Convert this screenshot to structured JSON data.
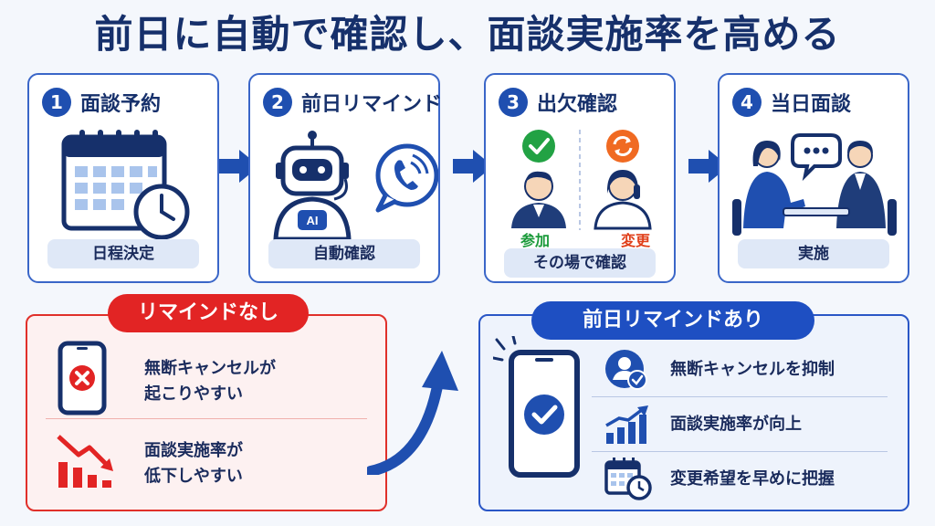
{
  "title": "前日に自動で確認し、面談実施率を高める",
  "steps": [
    {
      "num": "1",
      "title": "面談予約",
      "pill": "日程決定",
      "icon": "calendar-clock-icon"
    },
    {
      "num": "2",
      "title": "前日リマインド",
      "pill": "自動確認",
      "icon": "ai-robot-icon",
      "robot_label": "AI"
    },
    {
      "num": "3",
      "title": "出欠確認",
      "pill": "その場で確認",
      "join_label": "参加",
      "change_label": "変更"
    },
    {
      "num": "4",
      "title": "当日面談",
      "pill": "実施",
      "icon": "meeting-icon"
    }
  ],
  "without": {
    "tab": "リマインドなし",
    "items": [
      {
        "line1": "無断キャンセルが",
        "line2": "起こりやすい",
        "icon": "phone-x-icon"
      },
      {
        "line1": "面談実施率が",
        "line2": "低下しやすい",
        "icon": "chart-down-icon"
      }
    ]
  },
  "with": {
    "tab": "前日リマインドあり",
    "items": [
      {
        "text": "無断キャンセルを抑制",
        "icon": "user-check-icon"
      },
      {
        "text": "面談実施率が向上",
        "icon": "chart-up-icon"
      },
      {
        "text": "変更希望を早めに把握",
        "icon": "calendar-clock-icon"
      }
    ]
  },
  "colors": {
    "navy": "#16306b",
    "blue": "#1f4fb0",
    "red": "#e22424",
    "green": "#1a9a3a",
    "orange": "#e0401b"
  }
}
